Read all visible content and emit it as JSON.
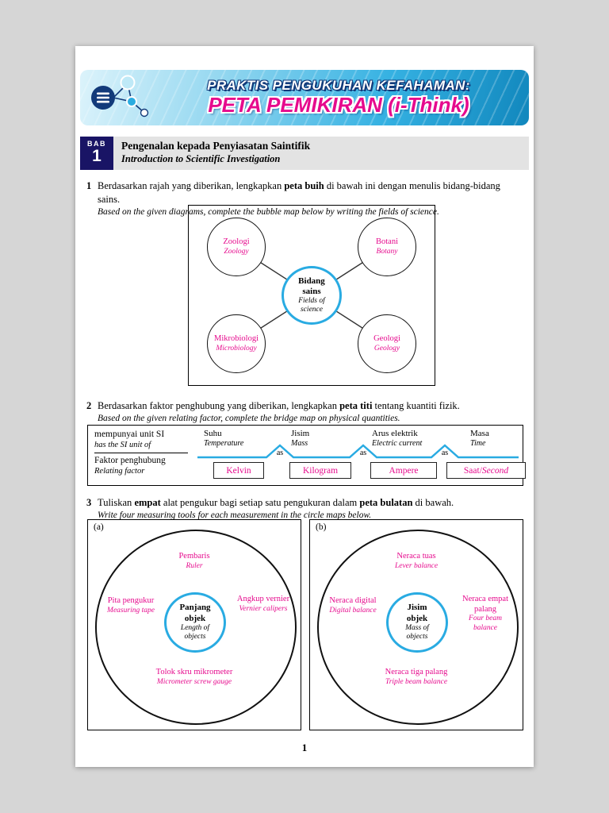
{
  "colors": {
    "accent_cyan": "#29abe2",
    "magenta": "#e60a8d",
    "navy": "#191465",
    "page_bg": "#ffffff",
    "viewer_bg": "#d6d6d6"
  },
  "icons": {
    "banner_logo": "i-think-molecule-logo",
    "menu": "menu-icon"
  },
  "header": {
    "line1": "PRAKTIS PENGUKUHAN KEFAHAMAN:",
    "line2": "PETA PEMIKIRAN (i-Think)"
  },
  "chapter": {
    "bab": "BAB",
    "number": "1",
    "title_ms": "Pengenalan kepada Penyiasatan Saintifik",
    "title_en": "Introduction to Scientific Investigation"
  },
  "q1": {
    "num": "1",
    "ms_pre": "Berdasarkan rajah yang diberikan, lengkapkan ",
    "ms_bold": "peta buih",
    "ms_post": " di bawah ini dengan menulis bidang-bidang sains.",
    "en": "Based on the given diagrams, complete the bubble map below by writing the fields of science.",
    "center": {
      "ms1": "Bidang",
      "ms2": "sains",
      "en1": "Fields of",
      "en2": "science"
    },
    "bubbles": [
      {
        "ms": "Zoologi",
        "en": "Zoology"
      },
      {
        "ms": "Botani",
        "en": "Botany"
      },
      {
        "ms": "Mikrobiologi",
        "en": "Microbiology"
      },
      {
        "ms": "Geologi",
        "en": "Geology"
      }
    ]
  },
  "q2": {
    "num": "2",
    "ms_pre": "Berdasarkan faktor penghubung yang diberikan, lengkapkan ",
    "ms_bold": "peta titi",
    "ms_post": " tentang kuantiti fizik.",
    "en": "Based on the given relating factor, complete the bridge map on physical quantities.",
    "left_top_ms": "mempunyai unit SI",
    "left_top_en": "has the SI unit of",
    "left_bottom_ms": "Faktor penghubung",
    "left_bottom_en": "Relating factor",
    "as": "as",
    "pairs": [
      {
        "ms": "Suhu",
        "en": "Temperature",
        "answer": "Kelvin"
      },
      {
        "ms": "Jisim",
        "en": "Mass",
        "answer": "Kilogram"
      },
      {
        "ms": "Arus elektrik",
        "en": "Electric current",
        "answer": "Ampere"
      },
      {
        "ms": "Masa",
        "en": "Time",
        "answer": "Saat/",
        "answer_en": "Second"
      }
    ]
  },
  "q3": {
    "num": "3",
    "ms_pre": "Tuliskan ",
    "ms_bold1": "empat",
    "ms_mid": " alat pengukur bagi setiap satu pengukuran dalam ",
    "ms_bold2": "peta bulatan",
    "ms_post": " di bawah.",
    "en": "Write four measuring tools for each measurement in the circle maps below.",
    "maps": [
      {
        "label": "(a)",
        "center_ms1": "Panjang",
        "center_ms2": "objek",
        "center_en1": "Length of",
        "center_en2": "objects",
        "top_ms": "Pembaris",
        "top_en": "Ruler",
        "left_ms": "Pita pengukur",
        "left_en": "Measuring tape",
        "right_ms": "Angkup vernier",
        "right_en": "Vernier calipers",
        "bottom_ms": "Tolok skru mikrometer",
        "bottom_en": "Micrometer screw gauge"
      },
      {
        "label": "(b)",
        "center_ms1": "Jisim",
        "center_ms2": "objek",
        "center_en1": "Mass of",
        "center_en2": "objects",
        "top_ms": "Neraca tuas",
        "top_en": "Lever balance",
        "left_ms": "Neraca digital",
        "left_en": "Digital balance",
        "right_ms": "Neraca empat palang",
        "right_en": "Four beam balance",
        "bottom_ms": "Neraca tiga palang",
        "bottom_en": "Triple beam balance"
      }
    ]
  },
  "footer": {
    "page_number": "1"
  }
}
